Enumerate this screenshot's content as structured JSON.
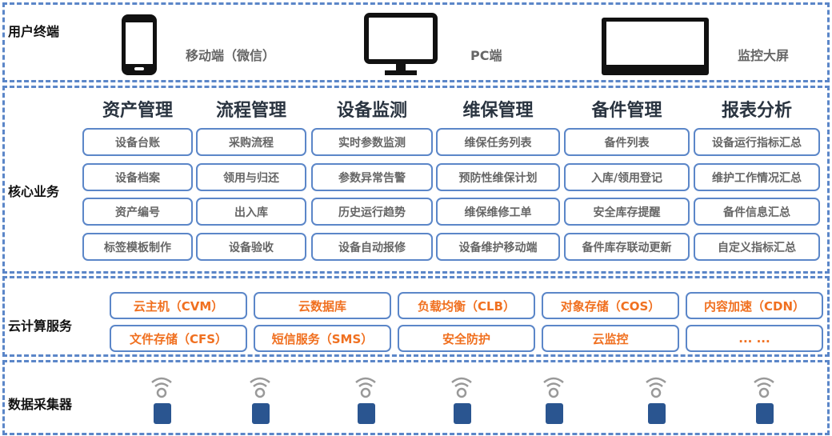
{
  "layers": {
    "terminal": "用户终端",
    "core": "核心业务",
    "cloud": "云计算服务",
    "collector": "数据采集器"
  },
  "devices": [
    {
      "label": "移动端（微信）",
      "icon": "phone-icon"
    },
    {
      "label": "PC端",
      "icon": "monitor-icon"
    },
    {
      "label": "监控大屏",
      "icon": "large-screen-icon"
    }
  ],
  "modules": [
    {
      "title": "资产管理",
      "items": [
        "设备台账",
        "设备档案",
        "资产编号",
        "标签模板制作"
      ]
    },
    {
      "title": "流程管理",
      "items": [
        "采购流程",
        "领用与归还",
        "出入库",
        "设备验收"
      ]
    },
    {
      "title": "设备监测",
      "items": [
        "实时参数监测",
        "参数异常告警",
        "历史运行趋势",
        "设备自动报修"
      ]
    },
    {
      "title": "维保管理",
      "items": [
        "维保任务列表",
        "预防性维保计划",
        "维保维修工单",
        "设备维护移动端"
      ]
    },
    {
      "title": "备件管理",
      "items": [
        "备件列表",
        "入库/领用登记",
        "安全库存提醒",
        "备件库存联动更新"
      ]
    },
    {
      "title": "报表分析",
      "items": [
        "设备运行指标汇总",
        "维护工作情况汇总",
        "备件信息汇总",
        "自定义指标汇总"
      ]
    }
  ],
  "cloud_services": [
    "云主机（CVM）",
    "云数据库",
    "负载均衡（CLB）",
    "对象存储（COS）",
    "内容加速（CDN）",
    "文件存储（CFS）",
    "短信服务（SMS）",
    "安全防护",
    "云监控",
    "... ..."
  ],
  "collectors": [
    "traffic-light-icon",
    "gears-icon",
    "factory-icon",
    "washing-machine-icon",
    "train-icon",
    "oil-pump-icon",
    "truck-icon"
  ],
  "colors": {
    "border": "#5b86c8",
    "accent": "#f07020",
    "icon": "#2a5590"
  }
}
